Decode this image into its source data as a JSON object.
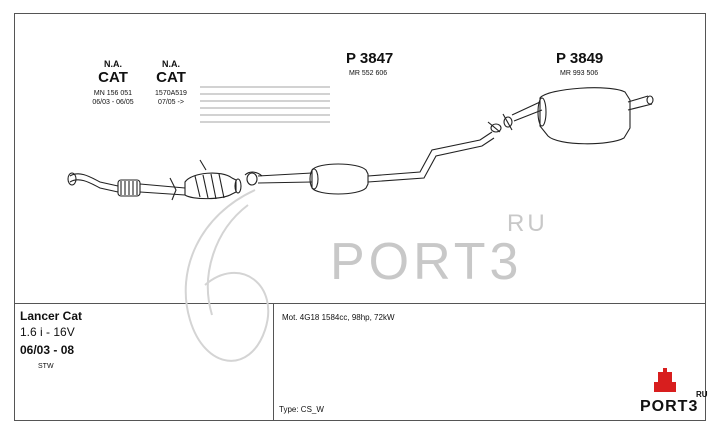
{
  "parts": {
    "cat1": {
      "na": "N.A.",
      "cat": "CAT",
      "ref": "MN 156 051",
      "dates": "06/03 - 06/05"
    },
    "cat2": {
      "na": "N.A.",
      "cat": "CAT",
      "ref": "1570A519",
      "dates": "07/05 ->"
    },
    "p3847": {
      "number": "P 3847",
      "ref": "MR 552 606"
    },
    "p3849": {
      "number": "P 3849",
      "ref": "MR 993 506"
    }
  },
  "vehicle": {
    "model": "Lancer Cat",
    "engine": "1.6 i - 16V",
    "years": "06/03 - 08",
    "body": "STW"
  },
  "motor": "Mot. 4G18 1584cc, 98hp, 72kW",
  "type": "Type:  CS_W",
  "watermark": {
    "text": "PORT3",
    "suffix": "RU"
  },
  "logo": {
    "text": "PORT3",
    "suffix": "RU"
  },
  "colors": {
    "line": "#555555",
    "watermark": "#c8c8c8",
    "logo_red": "#d81e1e"
  }
}
